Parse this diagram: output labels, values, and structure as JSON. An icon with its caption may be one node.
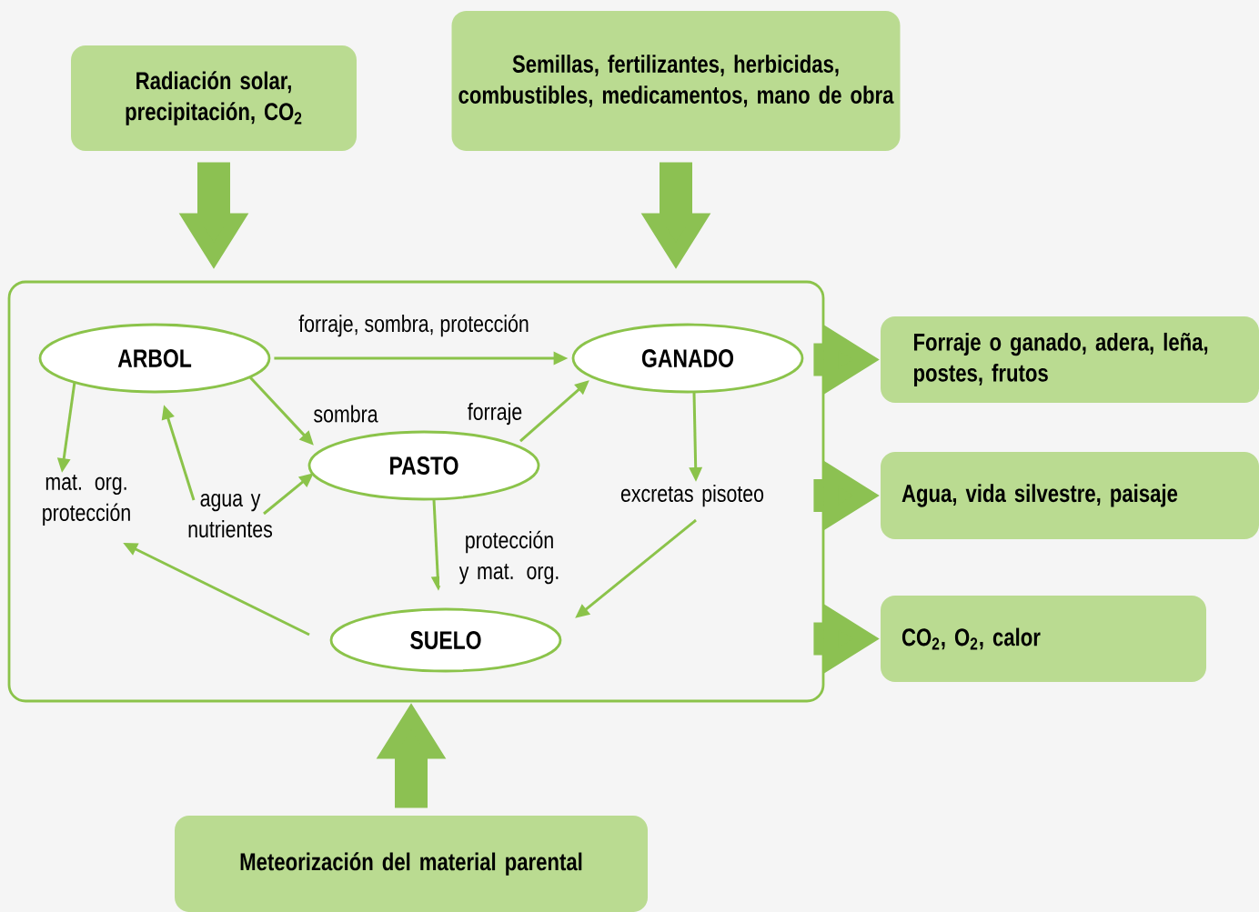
{
  "diagram": {
    "nodes": [
      {
        "text": [
          "Radiación solar, precipitación, CO$_{2}$"
        ]
      },
      {
        "text": [
          "Semillas, fertilizantes, herbicidas, combustibles, medicamentos, mano de obra"
        ]
      },
      {
        "text": [],
        "shape": "box"
      },
      {
        "text": [
          "ARBOL"
        ],
        "in": 2
      },
      {
        "text": [
          "GANADO"
        ],
        "in": 2
      },
      {
        "text": [
          "PASTO"
        ],
        "in": 2
      },
      {
        "text": [
          "SUELO"
        ],
        "in": 2
      },
      {
        "text": [
          "mat. org. protección"
        ],
        "in": 2
      },
      {
        "text": [
          "excretas pisoteo"
        ],
        "in": 2
      },
      {
        "text": [
          "agua y nutrientes"
        ],
        "in": 2
      },
      {
        "text": [
          "Forraje o ganado, adera, leña, postes, frutos"
        ]
      },
      {
        "text": [
          "Agua, vida silvestre, paisaje"
        ]
      },
      {
        "text": [
          "CO$_{2}$, O$_{2}$, calor"
        ]
      },
      {
        "text": [
          "Meteorización del material parental"
        ]
      }
    ],
    "edges": [
      {
        "from": 0,
        "to": 2,
        "arrow": "to",
        "style": "thick"
      },
      {
        "from": 1,
        "to": 2,
        "arrow": "to",
        "style": "thick"
      },
      {
        "from": 2,
        "to": 10,
        "arrow": "to",
        "style": "thick"
      },
      {
        "from": 2,
        "to": 11,
        "arrow": "to",
        "style": "thick"
      },
      {
        "from": 2,
        "to": 12,
        "arrow": "to",
        "style": "thick"
      },
      {
        "from": 13,
        "to": 2,
        "arrow": "to",
        "style": "thick"
      },
      {
        "from": 3,
        "to": 4,
        "arrow": "to",
        "label": "forraje, sombra, protección"
      },
      {
        "from": 3,
        "to": 5,
        "arrow": "to",
        "label": "sombra"
      },
      {
        "from": 5,
        "to": 4,
        "arrow": "to",
        "label": "forraje"
      },
      {
        "from": 3,
        "to": 7,
        "arrow": "to"
      },
      {
        "from": 6,
        "to": 7,
        "arrow": "to"
      },
      {
        "from": 9,
        "to": 3,
        "arrow": "to"
      },
      {
        "from": 9,
        "to": 5,
        "arrow": "to"
      },
      {
        "from": 5,
        "to": 6,
        "arrow": "to",
        "label": "protección y mat. org."
      },
      {
        "from": 4,
        "to": 8,
        "arrow": "to"
      },
      {
        "from": 8,
        "to": 6,
        "arrow": "to"
      }
    ]
  }
}
